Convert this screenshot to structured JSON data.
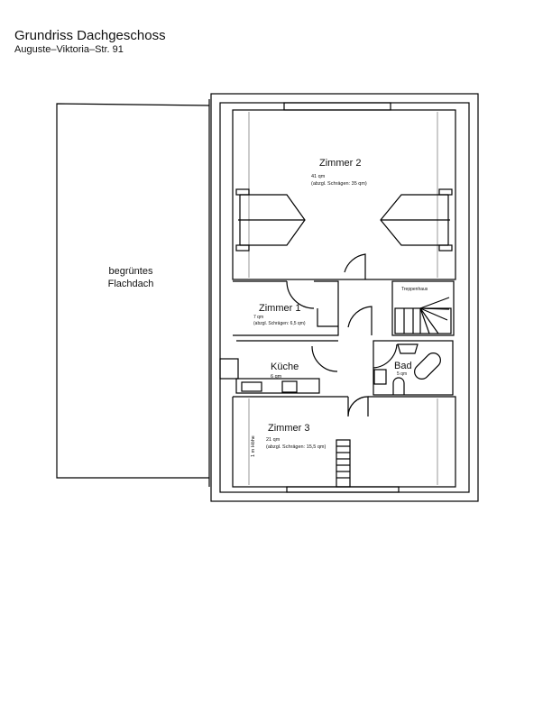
{
  "header": {
    "title": "Grundriss Dachgeschoss",
    "address": "Auguste–Viktoria–Str. 91"
  },
  "roof": {
    "line1": "begrüntes",
    "line2": "Flachdach"
  },
  "rooms": {
    "zimmer2": {
      "name": "Zimmer 2",
      "area": "41 qm",
      "net": "(abzgl. Schrägen: 35 qm)"
    },
    "zimmer1": {
      "name": "Zimmer 1",
      "area": "7 qm",
      "net": "(abzgl. Schrägen: 6,5 qm)"
    },
    "kueche": {
      "name": "Küche",
      "area": "6 qm"
    },
    "treppenhaus": {
      "name": "Treppenhaus"
    },
    "bad": {
      "name": "Bad",
      "area": "5 qm"
    },
    "zimmer3": {
      "name": "Zimmer 3",
      "area": "21 qm",
      "net": "(abzgl. Schrägen: 15,5 qm)",
      "height_note": "1 m Höhe"
    }
  }
}
